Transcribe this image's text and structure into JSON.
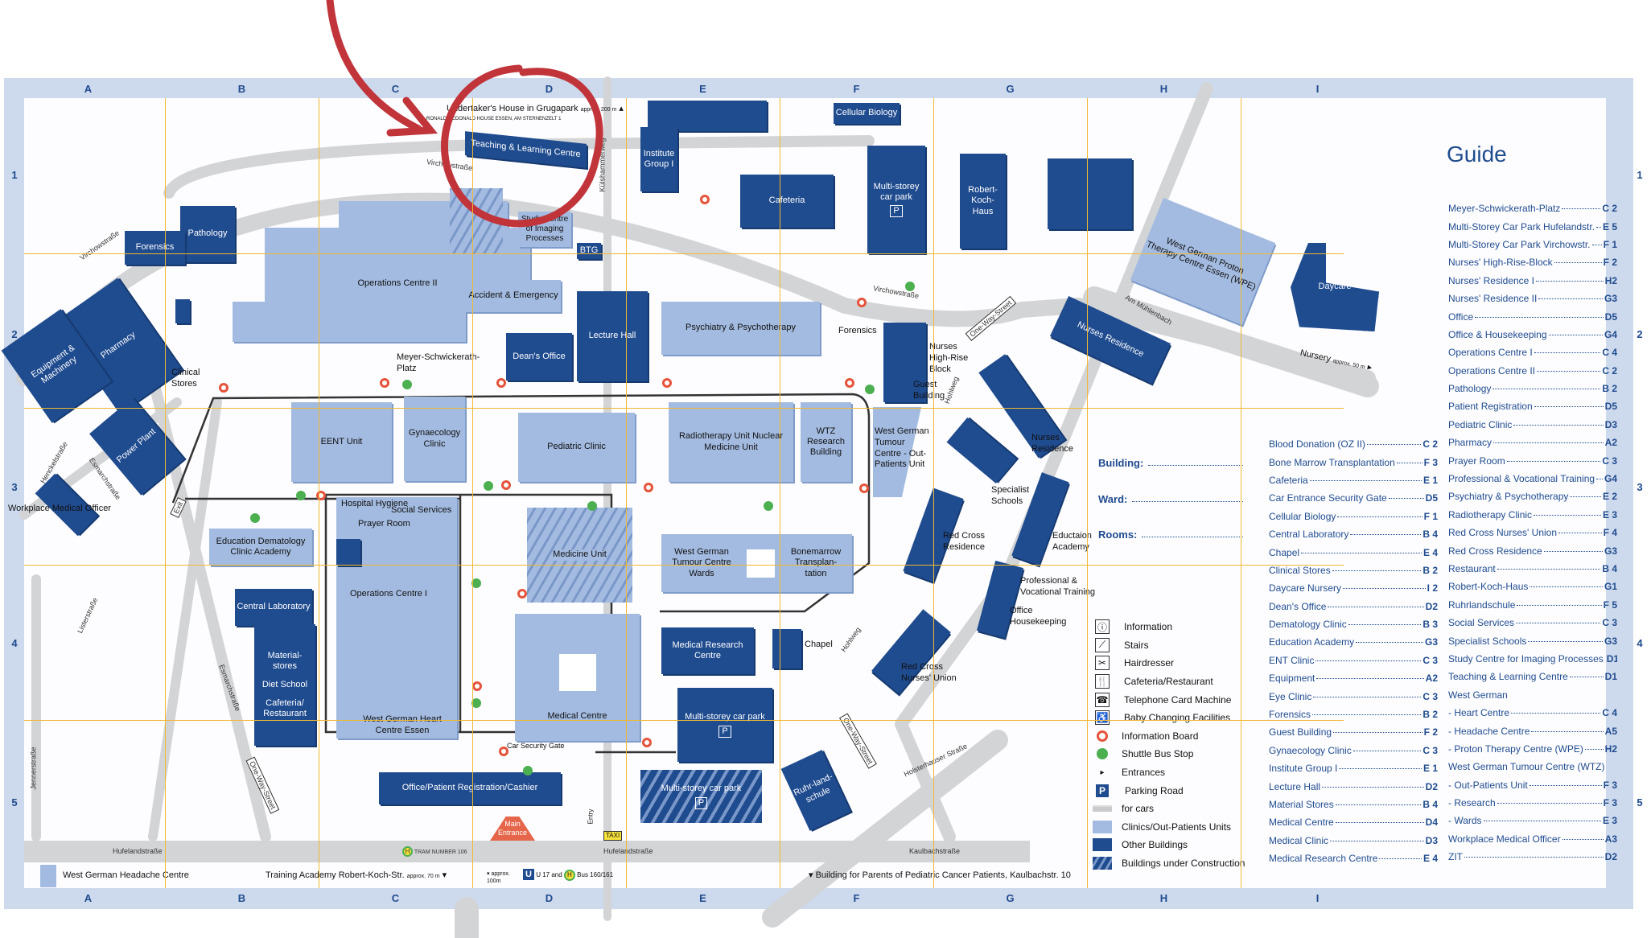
{
  "grid": {
    "columns": [
      "A",
      "B",
      "C",
      "D",
      "E",
      "F",
      "G",
      "H",
      "I"
    ],
    "rows": [
      "1",
      "2",
      "3",
      "4",
      "5"
    ]
  },
  "colors": {
    "other_buildings": "#1f4b8f",
    "clinics": "#a3bbe0",
    "grid_lines": "#f2b830",
    "roads": "#d3d4d6",
    "annotation": "#c0343a",
    "info_board": "#e5533b",
    "shuttle": "#4caf50"
  },
  "buildings": {
    "teaching": "Teaching & Learning Centre",
    "institute": "Institute Group I",
    "cellular": "Cellular Biology",
    "cafeteria": "Cafeteria",
    "carpark_f1": "Multi-storey car park",
    "robert_koch": "Robert-Koch-Haus",
    "proton": "West German Proton Therapy Centre Essen (WPE)",
    "daycare": "Daycare",
    "nurses_res_h": "Nurses Residence",
    "pathology": "Pathology",
    "forensics_b": "Forensics",
    "pharmacy": "Pharmacy",
    "equipment": "Equipment & Machinery",
    "power": "Power Plant",
    "ops2": "Operations Centre II",
    "imaging": "Study Centre of Imaging Processes",
    "btg": "BTG",
    "ae": "Accident & Emergency",
    "lecture": "Lecture Hall",
    "deans": "Dean's Office",
    "psych": "Psychiatry & Psychotherapy",
    "eent": "EENT Unit",
    "gyn": "Gynaecology Clinic",
    "pediatric": "Pediatric Clinic",
    "radio": "Radiotherapy Unit Nuclear Medicine Unit",
    "wtz": "WTZ Research Building",
    "wtz_out": "West German Tumour Centre - Out-Patients Unit",
    "hygiene": "Hospital Hygiene",
    "social": "Social Services",
    "prayer": "Prayer Room",
    "ops1": "Operations Centre I",
    "heart": "West German Heart Centre Essen",
    "edu_derm": "Education Dematology Clinic Academy",
    "central_lab": "Central Laboratory",
    "material": "Material-stores",
    "diet": "Diet School",
    "cafe_rest": "Cafeteria/ Restaurant",
    "medicine": "Medicine Unit",
    "medical_centre": "Medical Centre",
    "wgtc_wards": "West German Tumour Centre Wards",
    "bonemarrow": "Bonemarrow Transplan-tation",
    "mrc": "Medical Research Centre",
    "chapel": "Chapel",
    "carpark_e4": "Multi-storey car park",
    "office_reg": "Office/Patient Registration/Cashier",
    "carpark_e5": "Multi-storey car park",
    "ruhr": "Ruhr-land-schule",
    "main_entrance": "Main Entrance",
    "p": "P"
  },
  "labels": {
    "workplace": "Workplace Medical Officer",
    "clinical_stores": "Clinical Stores",
    "meyer": "Meyer-Schwickerath-Platz",
    "forensics_f": "Forensics",
    "nurses_highrise": "Nurses High-Rise Block",
    "guest": "Guest Building",
    "nurses_res_g": "Nurses Residence",
    "specialist": "Specialist Schools",
    "red_cross_res": "Red Cross Residence",
    "edu_academy": "Eductaion Academy",
    "prof_voc": "Professional & Vocational Training",
    "office_hk": "Office Housekeeping",
    "red_cross_union": "Red Cross Nurses' Union",
    "car_gate": "Car Security Gate",
    "entry": "Entry",
    "taxi": "TAXI",
    "nursery": "Nursery",
    "nursery_dist": "approx. 50 m",
    "ronald": "Undertaker's House in Grugapark",
    "ronald_dist": "approx. 200 m",
    "ronald_sub": "RONALD MCDONALD HOUSE ESSEN, AM STERNENZELT 1"
  },
  "streets": {
    "virchow1": "Virchowstraße",
    "virchow2": "Virchowstraße",
    "virchow3": "Virchowstraße",
    "kuls": "Külshammerweg",
    "henckel": "Henckelstraße",
    "esmarch1": "Esmarchstraße",
    "esmarch2": "Esmarchstraße",
    "lister": "Listerstraße",
    "jenner": "Jennerstraße",
    "hohlweg": "Hohlweg",
    "muehlenbach": "Am Mühlenbach",
    "holsterhauser": "Holsterhauser Straße",
    "oneway": "One-Way-Street",
    "exit": "Exit",
    "hufeland1": "Hufelandstraße",
    "hufeland2": "Hufelandstraße",
    "kaulbach": "Kaulbachstraße",
    "tram": "TRAM NUMBER 106"
  },
  "bottom": {
    "headache": "West German Headache Centre",
    "training": "Training Academy Robert-Koch-Str.",
    "training_dist": "approx. 70 m",
    "approx": "approx. 100m",
    "u": "U",
    "u17": "U 17",
    "and": "and",
    "bus": "Bus 160/161",
    "parents": "Building for Parents of Pediatric Cancer Patients, Kaulbachstr. 10"
  },
  "form": {
    "building": "Building:",
    "ward": "Ward:",
    "rooms": "Rooms:"
  },
  "legend": [
    {
      "icon": "info-icon",
      "glyph": "ⓘ",
      "label": "Information"
    },
    {
      "icon": "stairs-icon",
      "glyph": "⟋",
      "label": "Stairs"
    },
    {
      "icon": "hairdresser-icon",
      "glyph": "✂",
      "label": "Hairdresser"
    },
    {
      "icon": "cutlery-icon",
      "glyph": "🍴",
      "label": "Cafeteria/Restaurant"
    },
    {
      "icon": "phone-card-icon",
      "glyph": "☎",
      "label": "Telephone Card Machine"
    },
    {
      "icon": "baby-changing-icon",
      "glyph": "♿",
      "label": "Baby Changing Facilities"
    },
    {
      "icon": "info-board-icon",
      "glyph": "",
      "label": "Information Board"
    },
    {
      "icon": "shuttle-bus-icon",
      "glyph": "",
      "label": "Shuttle Bus Stop"
    },
    {
      "icon": "entrance-icon",
      "glyph": "▸",
      "label": "Entrances"
    },
    {
      "icon": "parking-icon",
      "glyph": "P",
      "label": "Parking Road"
    },
    {
      "icon": "road-swatch",
      "glyph": "",
      "label": "for cars"
    },
    {
      "icon": "clinic-swatch",
      "glyph": "",
      "label": "Clinics/Out-Patients Units"
    },
    {
      "icon": "other-building-swatch",
      "glyph": "",
      "label": "Other Buildings"
    },
    {
      "icon": "construction-swatch",
      "glyph": "",
      "label": "Buildings under Construction"
    }
  ],
  "guide": {
    "title": "Guide",
    "index1": [
      [
        "Blood Donation (OZ II)",
        "C 2"
      ],
      [
        "Bone Marrow Transplantation",
        "F 3"
      ],
      [
        "Cafeteria",
        "E 1"
      ],
      [
        "Car Entrance Security Gate",
        "D5"
      ],
      [
        "Cellular Biology",
        "F 1"
      ],
      [
        "Central Laboratory",
        "B 4"
      ],
      [
        "Chapel",
        "E 4"
      ],
      [
        "Clinical Stores",
        "B 2"
      ],
      [
        "Daycare Nursery",
        "I 2"
      ],
      [
        "Dean's Office",
        "D2"
      ],
      [
        "Dematology Clinic",
        "B 3"
      ],
      [
        "Education Academy",
        "G3"
      ],
      [
        "ENT Clinic",
        "C 3"
      ],
      [
        "Equipment",
        "A2"
      ],
      [
        "Eye Clinic",
        "C 3"
      ],
      [
        "Forensics",
        "B 2"
      ],
      [
        "Guest Building",
        "F 2"
      ],
      [
        "Gynaecology Clinic",
        "C 3"
      ],
      [
        "Institute Group I",
        "E 1"
      ],
      [
        "Lecture Hall",
        "D2"
      ],
      [
        "Material Stores",
        "B 4"
      ],
      [
        "Medical Centre",
        "D4"
      ],
      [
        "Medical Clinic",
        "D3"
      ],
      [
        "Medical Research Centre",
        "E 4"
      ]
    ],
    "index2": [
      [
        "Meyer-Schwickerath-Platz",
        "C 2"
      ],
      [
        "Multi-Storey Car Park Hufelandstr.",
        "E 5"
      ],
      [
        "Multi-Storey Car Park Virchowstr.",
        "F 1"
      ],
      [
        "Nurses' High-Rise-Block",
        "F 2"
      ],
      [
        "Nurses' Residence I",
        "H2"
      ],
      [
        "Nurses' Residence II",
        "G3"
      ],
      [
        "Office",
        "D5"
      ],
      [
        "Office & Housekeeping",
        "G4"
      ],
      [
        "Operations Centre I",
        "C 4"
      ],
      [
        "Operations Centre II",
        "C 2"
      ],
      [
        "Pathology",
        "B 2"
      ],
      [
        "Patient Registration",
        "D5"
      ],
      [
        "Pediatric Clinic",
        "D3"
      ],
      [
        "Pharmacy",
        "A2"
      ],
      [
        "Prayer Room",
        "C 3"
      ],
      [
        "Professional & Vocational Training",
        "G4"
      ],
      [
        "Psychiatry & Psychotherapy",
        "E 2"
      ],
      [
        "Radiotherapy Clinic",
        "E 3"
      ],
      [
        "Red Cross Nurses' Union",
        "F 4"
      ],
      [
        "Red Cross Residence",
        "G3"
      ],
      [
        "Restaurant",
        "B 4"
      ],
      [
        "Robert-Koch-Haus",
        "G1"
      ],
      [
        "Ruhrlandschule",
        "F 5"
      ],
      [
        "Social Services",
        "C 3"
      ],
      [
        "Specialist Schools",
        "G3"
      ],
      [
        "Study Centre for Imaging Processes",
        "D1"
      ],
      [
        "Teaching & Learning Centre",
        "D1"
      ],
      [
        "West German",
        ""
      ],
      [
        "- Heart Centre",
        "C 4"
      ],
      [
        "- Headache Centre",
        "A5"
      ],
      [
        "- Proton Therapy Centre (WPE)",
        "H2"
      ],
      [
        "West German Tumour Centre (WTZ)",
        ""
      ],
      [
        "- Out-Patients Unit",
        "F 3"
      ],
      [
        "- Research",
        "F 3"
      ],
      [
        "- Wards",
        "E 3"
      ],
      [
        "Workplace Medical Officer",
        "A3"
      ],
      [
        "ZIT",
        "D2"
      ]
    ]
  }
}
